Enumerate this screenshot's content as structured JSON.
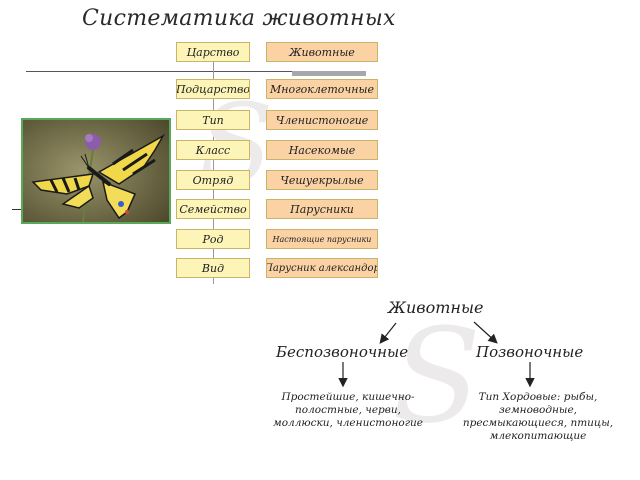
{
  "title": "Систематика животных",
  "hierarchy": [
    {
      "rank": "Царство",
      "taxon": "Животные"
    },
    {
      "rank": "Подцарство",
      "taxon": "Многоклеточные"
    },
    {
      "rank": "Тип",
      "taxon": "Членистоногие"
    },
    {
      "rank": "Класс",
      "taxon": "Насекомые"
    },
    {
      "rank": "Отряд",
      "taxon": "Чешуекрылые"
    },
    {
      "rank": "Семейство",
      "taxon": "Парусники"
    },
    {
      "rank": "Род",
      "taxon": "Настоящие парусники"
    },
    {
      "rank": "Вид",
      "taxon": "Парусник александор"
    }
  ],
  "tree": {
    "root": "Животные",
    "left": {
      "label": "Беспозвоночные",
      "description": [
        "Простейшие, кишечно-",
        "полостные, черви,",
        "моллюски, членистоногие"
      ]
    },
    "right": {
      "label": "Позвоночные",
      "description": [
        "Тип Хордовые: рыбы,",
        "земноводные,",
        "пресмыкающиеся, птицы,",
        "млекопитающие"
      ]
    }
  },
  "colors": {
    "rank_fill": "#fdf4b8",
    "taxon_fill": "#fbd2a4",
    "photo_border": "#5aa85a"
  }
}
